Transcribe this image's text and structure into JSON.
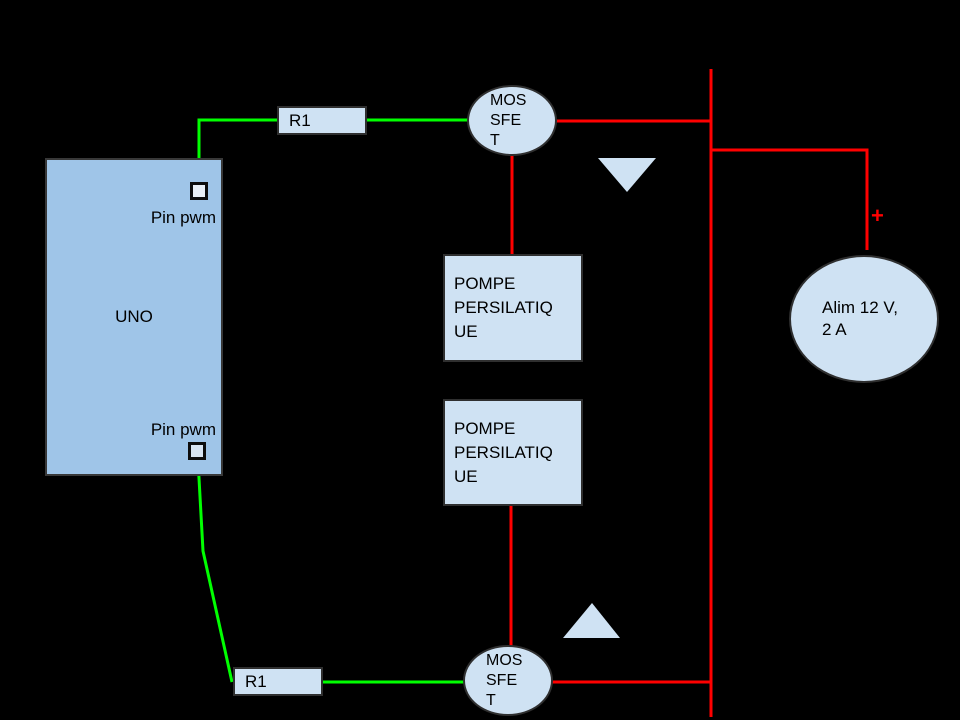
{
  "canvas": {
    "background": "#000000"
  },
  "colors": {
    "wire_signal_green": "#00ff00",
    "wire_power_red": "#ff0000",
    "uno_fill": "#9fc5e8",
    "component_fill": "#cfe2f3",
    "pin_square_top_fill": "#e9eff6",
    "pin_square_bottom_fill": "#d8e5f2",
    "text": "#000000"
  },
  "uno": {
    "label": "UNO",
    "pin_top_label": "Pin pwm",
    "pin_bottom_label": "Pin pwm"
  },
  "resistors": {
    "top_label": "R1",
    "bottom_label": "R1"
  },
  "mosfets": {
    "top_lines": [
      "MOS",
      "SFE",
      "T"
    ],
    "bottom_lines": [
      "MOS",
      "SFE",
      "T"
    ]
  },
  "pumps": {
    "top_lines": [
      "POMPE",
      "PERSILATIQ",
      "UE"
    ],
    "bottom_lines": [
      "POMPE",
      "PERSILATIQ",
      "UE"
    ]
  },
  "power_supply": {
    "lines": [
      "Alim 12 V,",
      "2 A"
    ],
    "plus_label": "+"
  }
}
